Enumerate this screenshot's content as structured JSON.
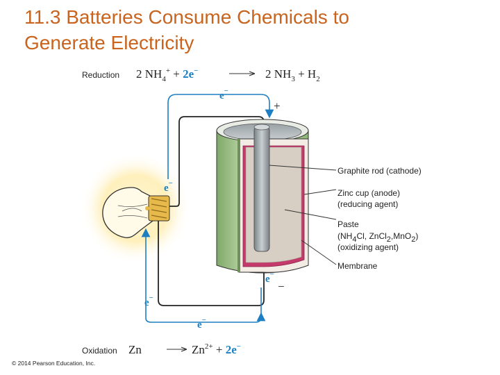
{
  "slide": {
    "title_line1": "11.3 Batteries Consume Chemicals to",
    "title_line2": "Generate Electricity",
    "copyright": "© 2014 Pearson Education, Inc."
  },
  "diagram": {
    "reduction": {
      "label": "Reduction",
      "left": [
        "2 NH",
        "4",
        "+",
        " + ",
        "2e",
        "−"
      ],
      "right": [
        "2 NH",
        "3",
        " + H",
        "2"
      ]
    },
    "oxidation": {
      "label": "Oxidation",
      "left": "Zn",
      "right": [
        "Zn",
        "2+",
        " + ",
        "2e",
        "−"
      ]
    },
    "electron": [
      "e",
      "−"
    ],
    "plus": "+",
    "minus": "−",
    "labels": {
      "graphite": "Graphite rod (cathode)",
      "zinc1": "Zinc cup (anode)",
      "zinc2": "(reducing agent)",
      "paste1": "Paste",
      "paste2a": "(NH",
      "paste2b": "4",
      "paste2c": "Cl, ZnCl",
      "paste2d": "2",
      "paste2e": ",MnO",
      "paste2f": "2",
      "paste2g": ")",
      "paste3": "(oxidizing agent)",
      "membrane": "Membrane"
    },
    "colors": {
      "title": "#c8641e",
      "electron": "#1d7fc1",
      "wire": "#222222",
      "zinc_green": "#a8c98a",
      "paste": "#d8cfc4",
      "membrane": "#c43a6a",
      "graphite": "#9aa1a6",
      "bulb_glow": "#fff3c4"
    }
  }
}
